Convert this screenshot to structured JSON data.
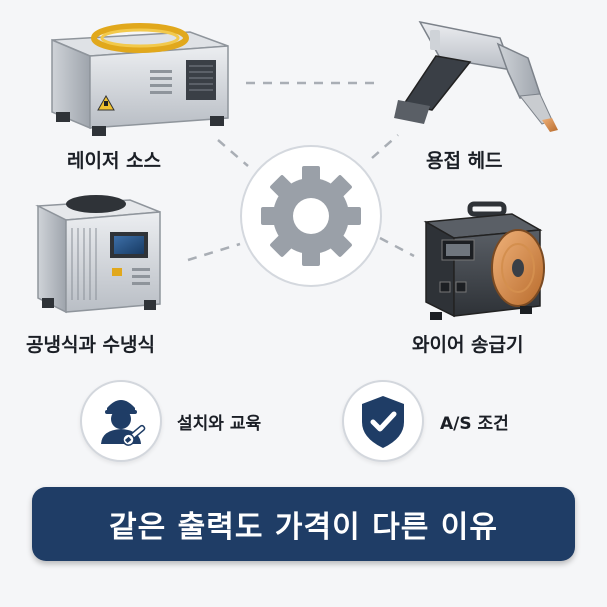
{
  "items": {
    "laser_source": "레이저 소스",
    "welding_head": "용접 헤드",
    "cooling": "공냉식과 수냉식",
    "wire_feeder": "와이어 송급기"
  },
  "services": {
    "installation": "설치와 교육",
    "as_warranty": "A/S 조건"
  },
  "banner": {
    "title": "같은 출력도 가격이 다른 이유"
  },
  "colors": {
    "banner_bg": "#1f3d66",
    "accent_blue": "#1f3d66",
    "gear": "#9aa0a8"
  }
}
